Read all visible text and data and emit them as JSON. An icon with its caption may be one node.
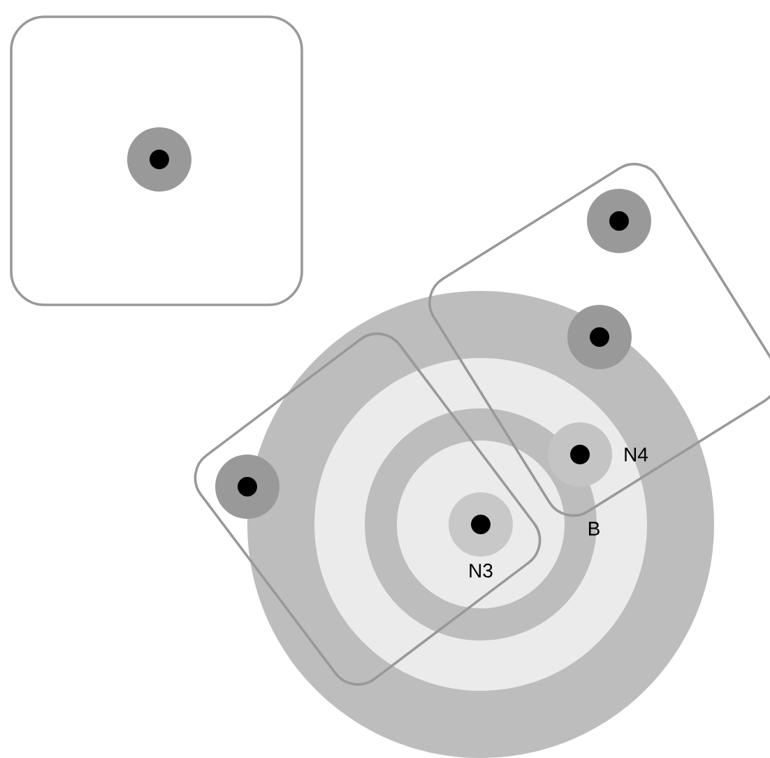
{
  "diagram": {
    "nodes": [
      {
        "text": [],
        "shape": "box"
      },
      {
        "text": [],
        "shape": "circle",
        "in": 0
      },
      {
        "text": [],
        "shape": "box"
      },
      {
        "text": [],
        "shape": "circle",
        "in": 2
      },
      {
        "text": [],
        "shape": "circle",
        "in": 2
      },
      {
        "text": [],
        "shape": "circle",
        "in": 2,
        "beside": [
          "N4"
        ]
      },
      {
        "text": [],
        "shape": "box"
      },
      {
        "text": [],
        "shape": "circle",
        "in": 6
      },
      {
        "text": [],
        "shape": "circle",
        "in": 6,
        "beside": [
          "N3"
        ]
      }
    ],
    "labels": [
      "B"
    ]
  }
}
